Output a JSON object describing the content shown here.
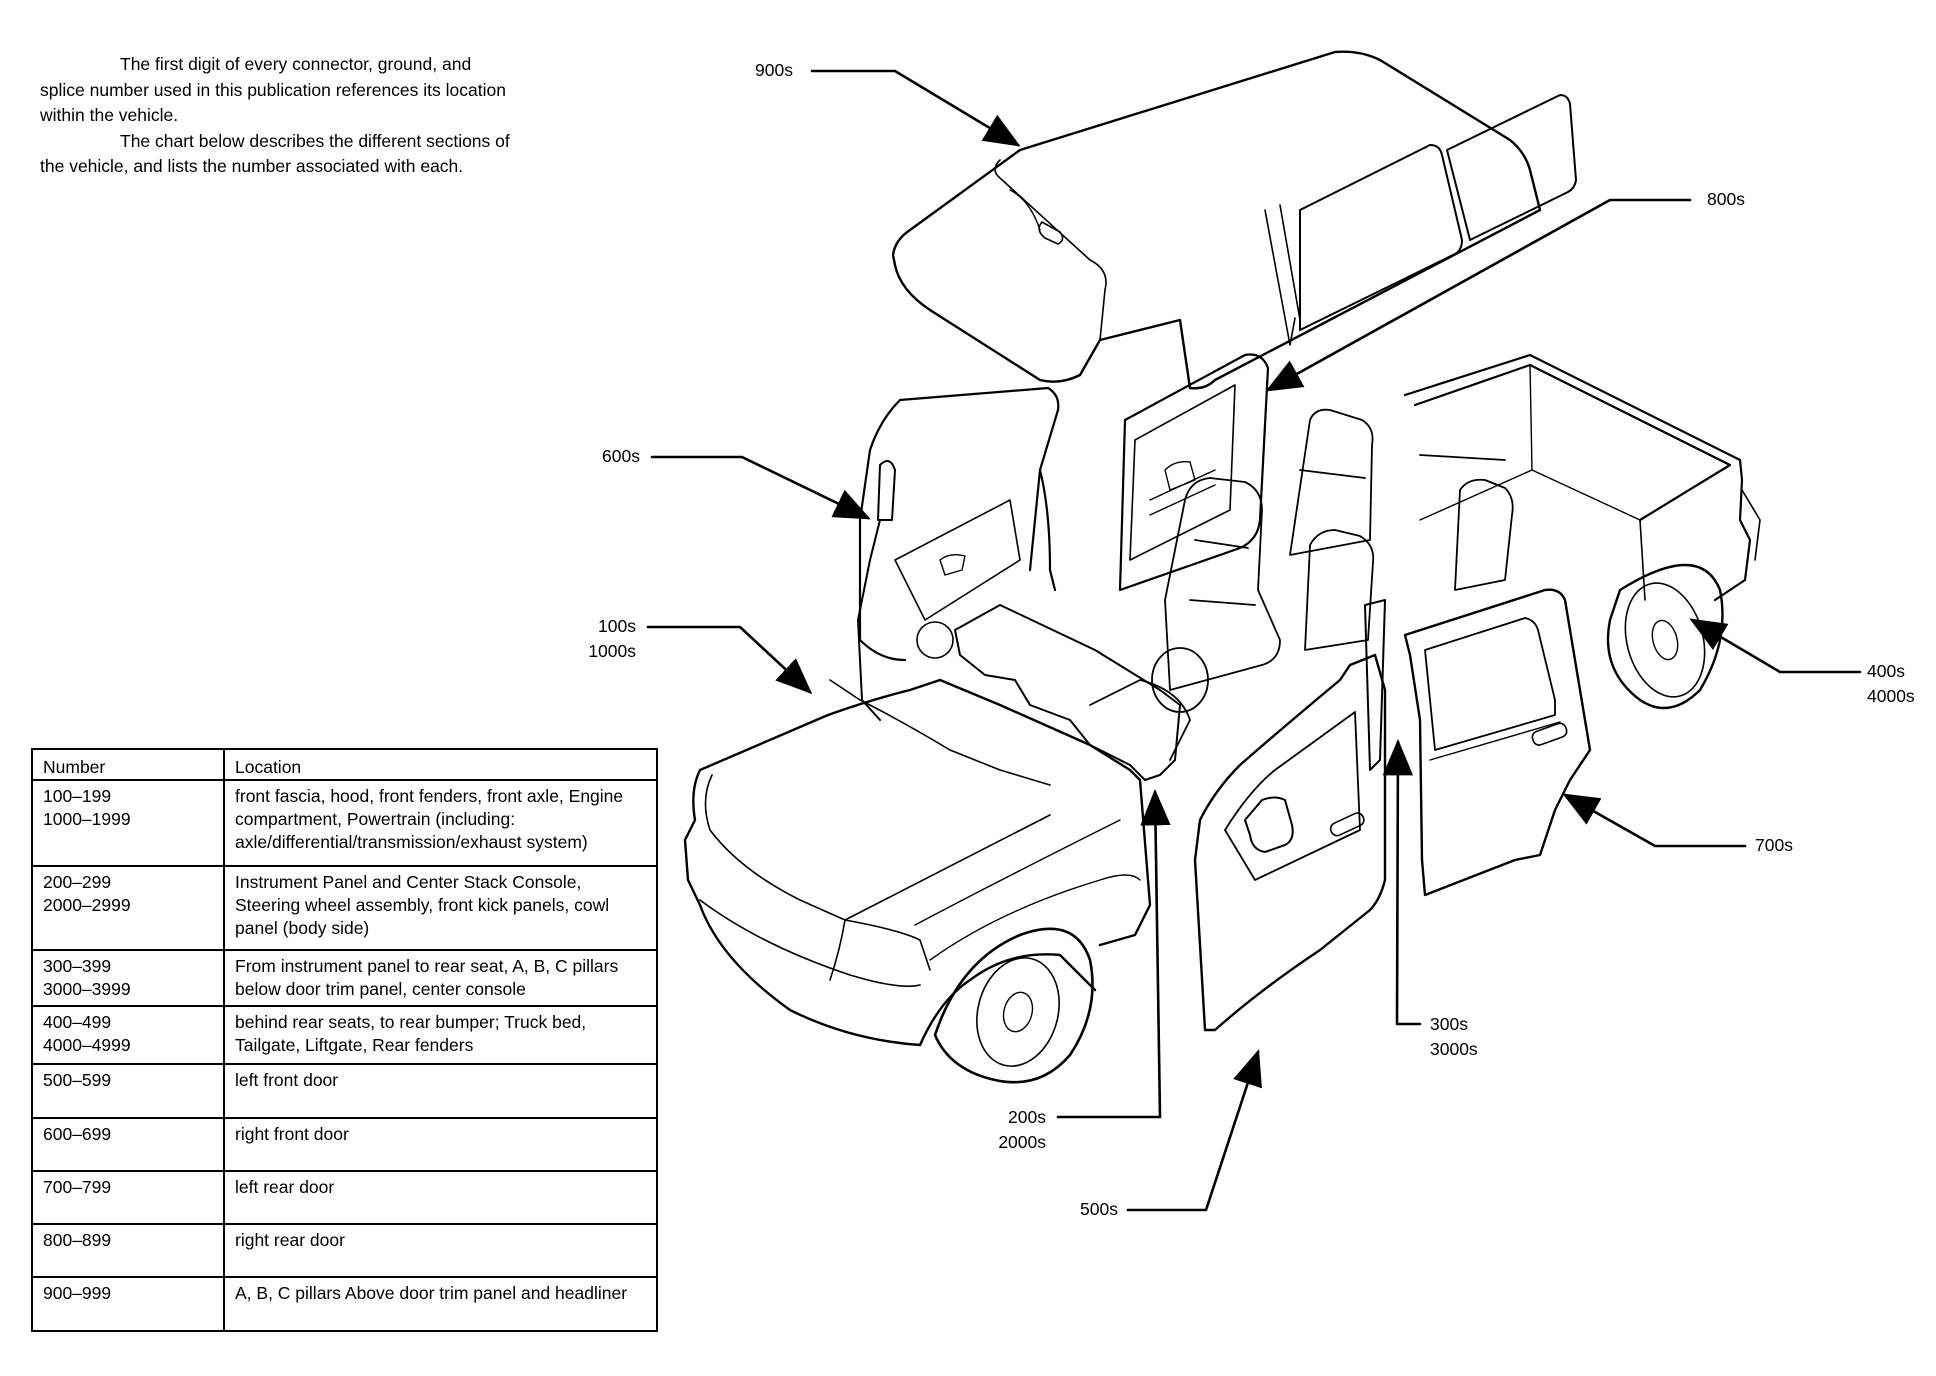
{
  "intro": {
    "paragraph1": "The first digit of every connector, ground, and splice number used in this publication references its location within the vehicle.",
    "paragraph2": "The chart below describes the different sections of the vehicle, and lists the number associated with each."
  },
  "table": {
    "headers": [
      "Number",
      "Location"
    ],
    "rows": [
      {
        "numbers": [
          "100–199",
          "1000–1999"
        ],
        "location": "front fascia, hood, front fenders, front axle, Engine compartment, Powertrain (including: axle/differential/transmission/exhaust system)"
      },
      {
        "numbers": [
          "200–299",
          "2000–2999"
        ],
        "location": "Instrument Panel and Center Stack Console, Steering wheel assembly, front kick panels, cowl panel (body side)"
      },
      {
        "numbers": [
          "300–399",
          "3000–3999"
        ],
        "location": "From instrument panel to rear seat, A, B, C pillars below door trim panel, center console"
      },
      {
        "numbers": [
          "400–499",
          "4000–4999"
        ],
        "location": "behind rear seats, to rear bumper;  Truck bed, Tailgate, Liftgate, Rear fenders"
      },
      {
        "numbers": [
          "500–599"
        ],
        "location": "left front door"
      },
      {
        "numbers": [
          "600–699"
        ],
        "location": "right front door"
      },
      {
        "numbers": [
          "700–799"
        ],
        "location": "left rear door"
      },
      {
        "numbers": [
          "800–899"
        ],
        "location": "right rear door"
      },
      {
        "numbers": [
          "900–999"
        ],
        "location": "A, B, C pillars Above door trim panel and headliner"
      }
    ]
  },
  "callouts": {
    "c900": {
      "lines": [
        "900s"
      ],
      "target": "roof / headliner"
    },
    "c800": {
      "lines": [
        "800s"
      ],
      "target": "right rear door"
    },
    "c600": {
      "lines": [
        "600s"
      ],
      "target": "right front door"
    },
    "c100": {
      "lines": [
        "100s",
        "1000s"
      ],
      "target": "hood / front end"
    },
    "c400": {
      "lines": [
        "400s",
        "4000s"
      ],
      "target": "rear fender / truck bed"
    },
    "c700": {
      "lines": [
        "700s"
      ],
      "target": "left rear door"
    },
    "c300": {
      "lines": [
        "300s",
        "3000s"
      ],
      "target": "B-pillar / floor"
    },
    "c200": {
      "lines": [
        "200s",
        "2000s"
      ],
      "target": "instrument panel"
    },
    "c500": {
      "lines": [
        "500s"
      ],
      "target": "left front door"
    }
  },
  "colors": {
    "ink": "#000000",
    "paper": "#ffffff"
  }
}
